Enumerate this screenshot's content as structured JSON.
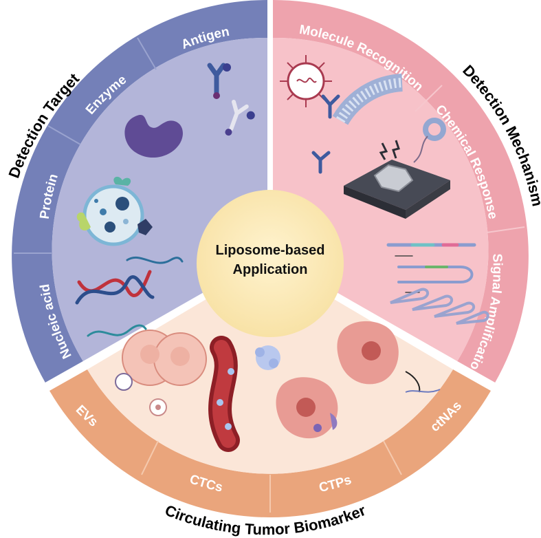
{
  "center": {
    "line1": "Liposome-based",
    "line2": "Application"
  },
  "sections": {
    "detection_target": {
      "title": "Detection Target",
      "items": [
        "Antigen",
        "Enzyme",
        "Protein",
        "Nucleic acid"
      ]
    },
    "detection_mechanism": {
      "title": "Detection Mechanism",
      "items": [
        "Molecule Recognition",
        "Chemical Response",
        "Signal Amplification"
      ]
    },
    "biomarker": {
      "title": "Circulating Tumor Biomarker",
      "items": [
        "EVs",
        "CTCs",
        "CTPs",
        "ctNAs"
      ]
    }
  },
  "colors": {
    "target_band": "#7480b8",
    "target_inner": "#b3b5d9",
    "mechanism_band": "#eea3ad",
    "mechanism_inner": "#f7c2c9",
    "biomarker_band": "#eaa57c",
    "biomarker_inner": "#fbe6d8",
    "center_fill": "#fbe9b5"
  },
  "icons": [
    "antibody-icon",
    "enzyme-icon",
    "protein-vesicle-icon",
    "dna-helix-icon",
    "liposome-antibody-icon",
    "microchip-icon",
    "hairpin-probe-icon",
    "tumor-cell-icon",
    "blood-vessel-icon",
    "apoptotic-cell-icon",
    "extracellular-vesicle-icon"
  ]
}
